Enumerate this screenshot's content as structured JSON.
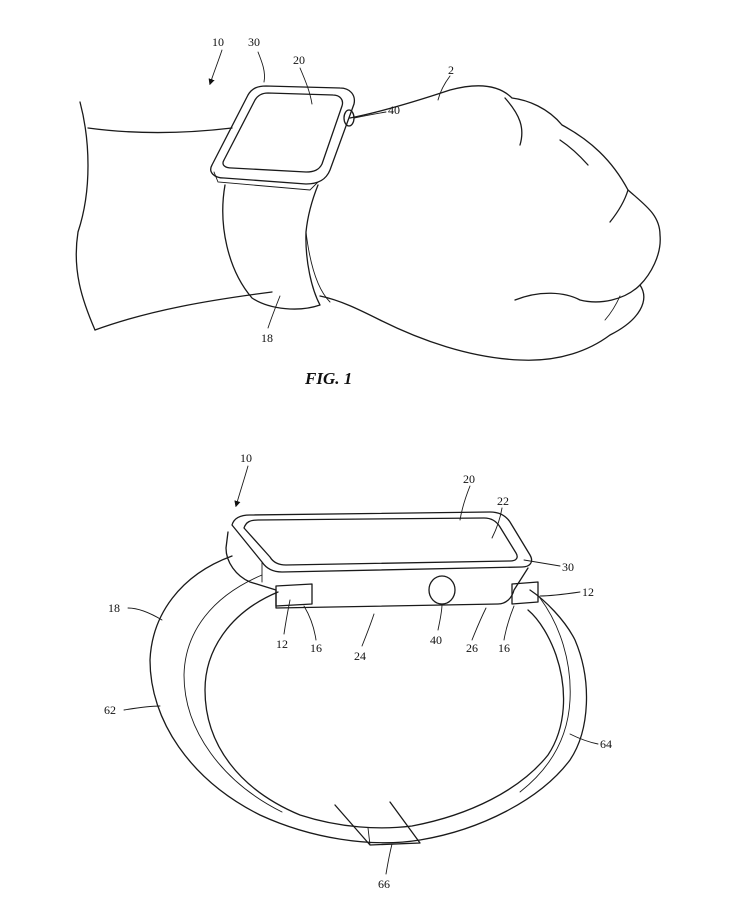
{
  "fig1": {
    "caption": "FIG. 1",
    "labels": {
      "device": "10",
      "housing": "30",
      "display": "20",
      "crown": "40",
      "wrist": "2",
      "band": "18"
    }
  },
  "fig2": {
    "labels": {
      "device": "10",
      "display": "20",
      "cover": "22",
      "housing": "30",
      "lug_right": "12",
      "lug_left": "12",
      "slot_left": "16",
      "slot_right": "16",
      "bottom": "24",
      "crown": "40",
      "side": "26",
      "band": "18",
      "band_part_left": "62",
      "band_part_right": "64",
      "clasp": "66"
    }
  }
}
